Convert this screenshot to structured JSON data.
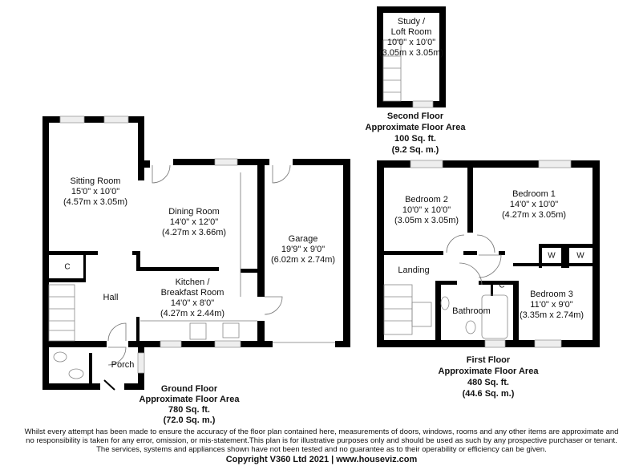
{
  "second_floor": {
    "rooms": [
      {
        "name": "Study /",
        "name2": "Loft Room",
        "imperial": "10'0\" x 10'0\"",
        "metric": "(3.05m x 3.05m)"
      }
    ],
    "caption": {
      "floor": "Second Floor",
      "area_label": "Approximate Floor Area",
      "sqft": "100 Sq. ft.",
      "sqm": "(9.2 Sq. m.)"
    }
  },
  "ground_floor": {
    "rooms": [
      {
        "name": "Sitting Room",
        "imperial": "15'0\" x 10'0\"",
        "metric": "(4.57m x 3.05m)"
      },
      {
        "name": "Dining Room",
        "imperial": "14'0\" x 12'0\"",
        "metric": "(4.27m x 3.66m)"
      },
      {
        "name": "Garage",
        "imperial": "19'9\" x 9'0\"",
        "metric": "(6.02m x 2.74m)"
      },
      {
        "name": "Kitchen /",
        "name2": "Breakfast Room",
        "imperial": "14'0\" x 8'0\"",
        "metric": "(4.27m x 2.44m)"
      },
      {
        "name": "Hall"
      },
      {
        "name": "Porch"
      },
      {
        "name": "C"
      }
    ],
    "caption": {
      "floor": "Ground Floor",
      "area_label": "Approximate Floor Area",
      "sqft": "780 Sq. ft.",
      "sqm": "(72.0 Sq. m.)"
    }
  },
  "first_floor": {
    "rooms": [
      {
        "name": "Bedroom 2",
        "imperial": "10'0\" x 10'0\"",
        "metric": "(3.05m x 3.05m)"
      },
      {
        "name": "Bedroom 1",
        "imperial": "14'0\" x 10'0\"",
        "metric": "(4.27m x 3.05m)"
      },
      {
        "name": "Bedroom 3",
        "imperial": "11'0\" x 9'0\"",
        "metric": "(3.35m x 2.74m)"
      },
      {
        "name": "Landing"
      },
      {
        "name": "Bathroom"
      },
      {
        "name": "C"
      },
      {
        "name": "W"
      },
      {
        "name": "W"
      }
    ],
    "caption": {
      "floor": "First Floor",
      "area_label": "Approximate Floor Area",
      "sqft": "480 Sq. ft.",
      "sqm": "(44.6 Sq. m.)"
    }
  },
  "disclaimer": [
    "Whilst every attempt has been made to ensure the accuracy of the floor plan contained here, measurements of doors, windows, rooms and any other items are approximate and",
    "no responsibility is taken for any error, omission, or mis-statement.This plan is for illustrative purposes only and should be used as such by any prospective purchaser or tenant.",
    "The services, systems and appliances shown have not been tested and no guarantee as to their operability or efficiency can be given."
  ],
  "copyright": "Copyright V360 Ltd 2021 | www.houseviz.com",
  "colors": {
    "wall": "#000000",
    "window": "#e8e8e8",
    "fixture": "#888888"
  }
}
